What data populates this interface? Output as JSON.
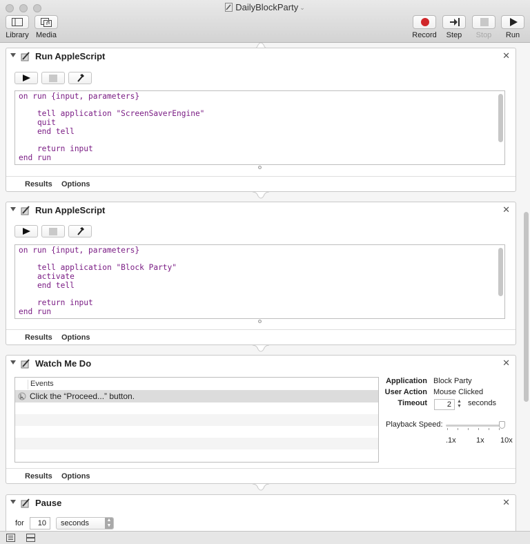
{
  "window": {
    "title": "DailyBlockParty"
  },
  "toolbar": {
    "library_label": "Library",
    "media_label": "Media",
    "record_label": "Record",
    "step_label": "Step",
    "stop_label": "Stop",
    "run_label": "Run",
    "record_color": "#d0262a"
  },
  "actions": [
    {
      "title": "Run AppleScript",
      "code": "on run {input, parameters}\n\n    tell application \"ScreenSaverEngine\"\n    quit\n    end tell\n\n    return input\nend run",
      "tabs": [
        "Results",
        "Options"
      ]
    },
    {
      "title": "Run AppleScript",
      "code": "on run {input, parameters}\n\n    tell application \"Block Party\"\n    activate\n    end tell\n\n    return input\nend run",
      "tabs": [
        "Results",
        "Options"
      ]
    },
    {
      "title": "Watch Me Do",
      "events_header": "Events",
      "events": [
        "Click the “Proceed...” button."
      ],
      "application_label": "Application",
      "application_value": "Block Party",
      "user_action_label": "User Action",
      "user_action_value": "Mouse Clicked",
      "timeout_label": "Timeout",
      "timeout_value": "2",
      "timeout_unit": "seconds",
      "playback_label": "Playback Speed:",
      "playback_ticks": [
        ".1x",
        "1x",
        "10x"
      ],
      "playback_speed": "10x",
      "tabs": [
        "Results",
        "Options"
      ]
    },
    {
      "title": "Pause",
      "for_label": "for",
      "for_value": "10",
      "unit_value": "seconds"
    }
  ]
}
